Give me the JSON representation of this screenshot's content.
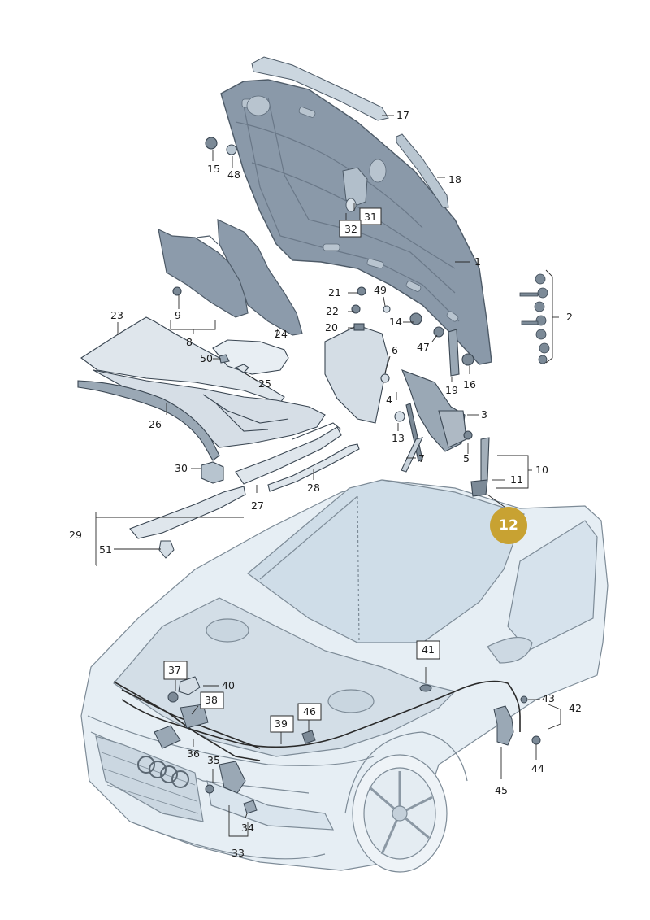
{
  "labels": [
    "1",
    "2",
    "3",
    "4",
    "5",
    "6",
    "7",
    "8",
    "9",
    "10",
    "11",
    "13",
    "14",
    "15",
    "16",
    "17",
    "18",
    "19",
    "20",
    "21",
    "22",
    "23",
    "24",
    "25",
    "26",
    "27",
    "28",
    "29",
    "30",
    "31",
    "32",
    "33",
    "34",
    "35",
    "36",
    "37",
    "38",
    "39",
    "40",
    "41",
    "42",
    "43",
    "44",
    "45",
    "46",
    "47",
    "48",
    "49",
    "50",
    "51"
  ],
  "highlight": {
    "label": "12",
    "color": "#c8a232"
  },
  "colors": {
    "part_fill": "#dfe6ec",
    "part_dark": "#b9c7d3",
    "hood": "#8796a6",
    "hood_dark": "#5d6b7a",
    "line": "#2a2a2a",
    "car_fill": "#e6eef4"
  }
}
